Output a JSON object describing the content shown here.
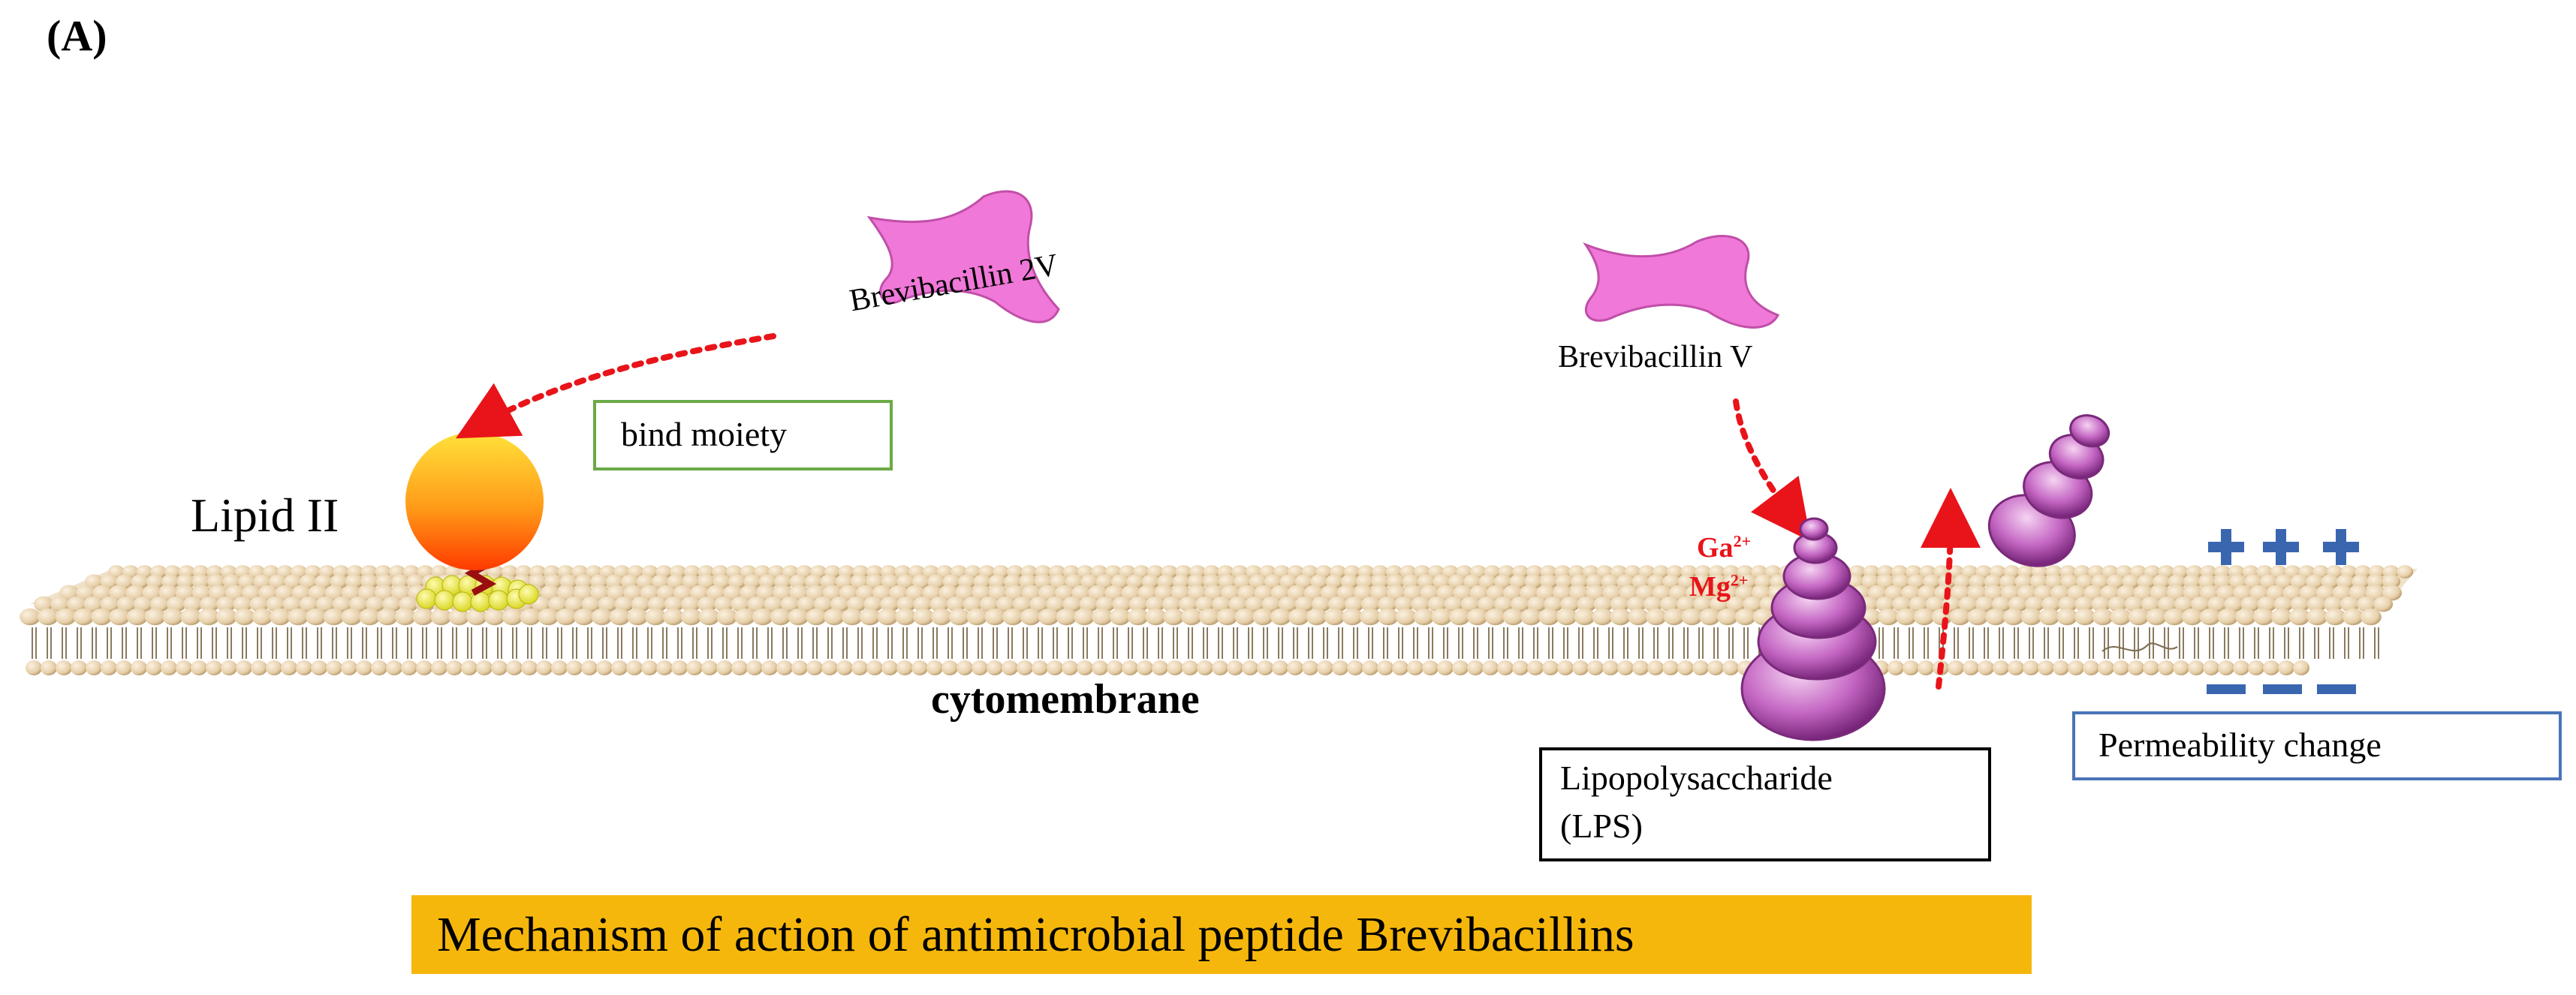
{
  "panel_label": "(A)",
  "peptides": {
    "left": "Brevibacillin 2V",
    "right": "Brevibacillin V"
  },
  "labels": {
    "lipid": "Lipid II",
    "bind_moiety": "bind moiety",
    "membrane": "cytomembrane",
    "ions": {
      "ga": "Ga",
      "ga_sup": "2+",
      "mg": "Mg",
      "mg_sup": "2+"
    },
    "lps_line1": "Lipopolysaccharide",
    "lps_line2": "(LPS)",
    "permeability": "Permeability change",
    "charge_plus": [
      "+",
      "+",
      "+"
    ],
    "charge_minus": [
      "−",
      "−",
      "−"
    ]
  },
  "caption": "Mechanism of action of antimicrobial peptide Brevibacillins",
  "colors": {
    "peptide": "#f078d8",
    "arrow": "#e8141a",
    "bind_box_border": "#6aaa46",
    "perm_box_border": "#4a74b8",
    "lps": "#b84bb8",
    "head": "#e8d3b0",
    "caption_bg": "#f6b70c",
    "charge": "#3a66b0"
  }
}
